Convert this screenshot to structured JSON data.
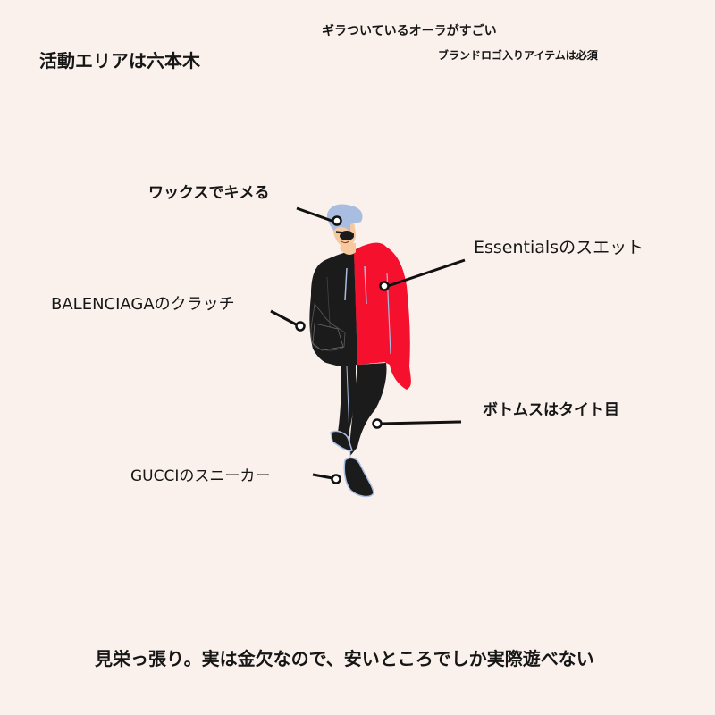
{
  "colors": {
    "background": "#faf1ec",
    "text": "#161616",
    "hoodie_red": "#f5102e",
    "jacket_black": "#1b1b1b",
    "hair_blue": "#a9bde0",
    "skin": "#f6c9a0",
    "callout_line": "#111111"
  },
  "header": {
    "area_label": "活動エリアは六本木",
    "aura_label": "ギラついているオーラがすごい",
    "brand_label": "ブランドロゴ入りアイテムは必須"
  },
  "callouts": [
    {
      "id": "hair",
      "label": "ワックスでキメる"
    },
    {
      "id": "sweat",
      "label": "Essentialsのスエット"
    },
    {
      "id": "clutch",
      "label": "BALENCIAGAのクラッチ"
    },
    {
      "id": "bottoms",
      "label": "ボトムスはタイト目"
    },
    {
      "id": "sneakers",
      "label": "GUCCIのスニーカー"
    }
  ],
  "footer": {
    "caption": "見栄っ張り。実は金欠なので、安いところでしか実際遊べない"
  }
}
